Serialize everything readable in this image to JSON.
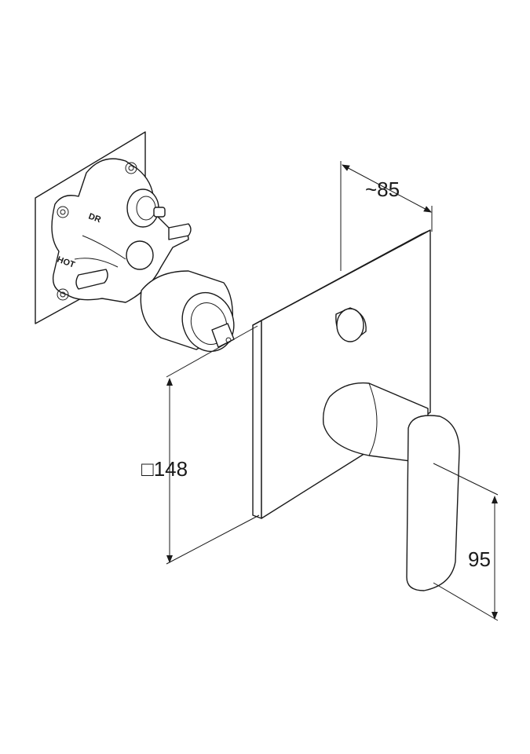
{
  "dimensions": {
    "depth": "~85",
    "plate_size": "□148",
    "lever_length": "95"
  },
  "valve_labels": {
    "top_port": "DR",
    "side_port": "HOT"
  }
}
